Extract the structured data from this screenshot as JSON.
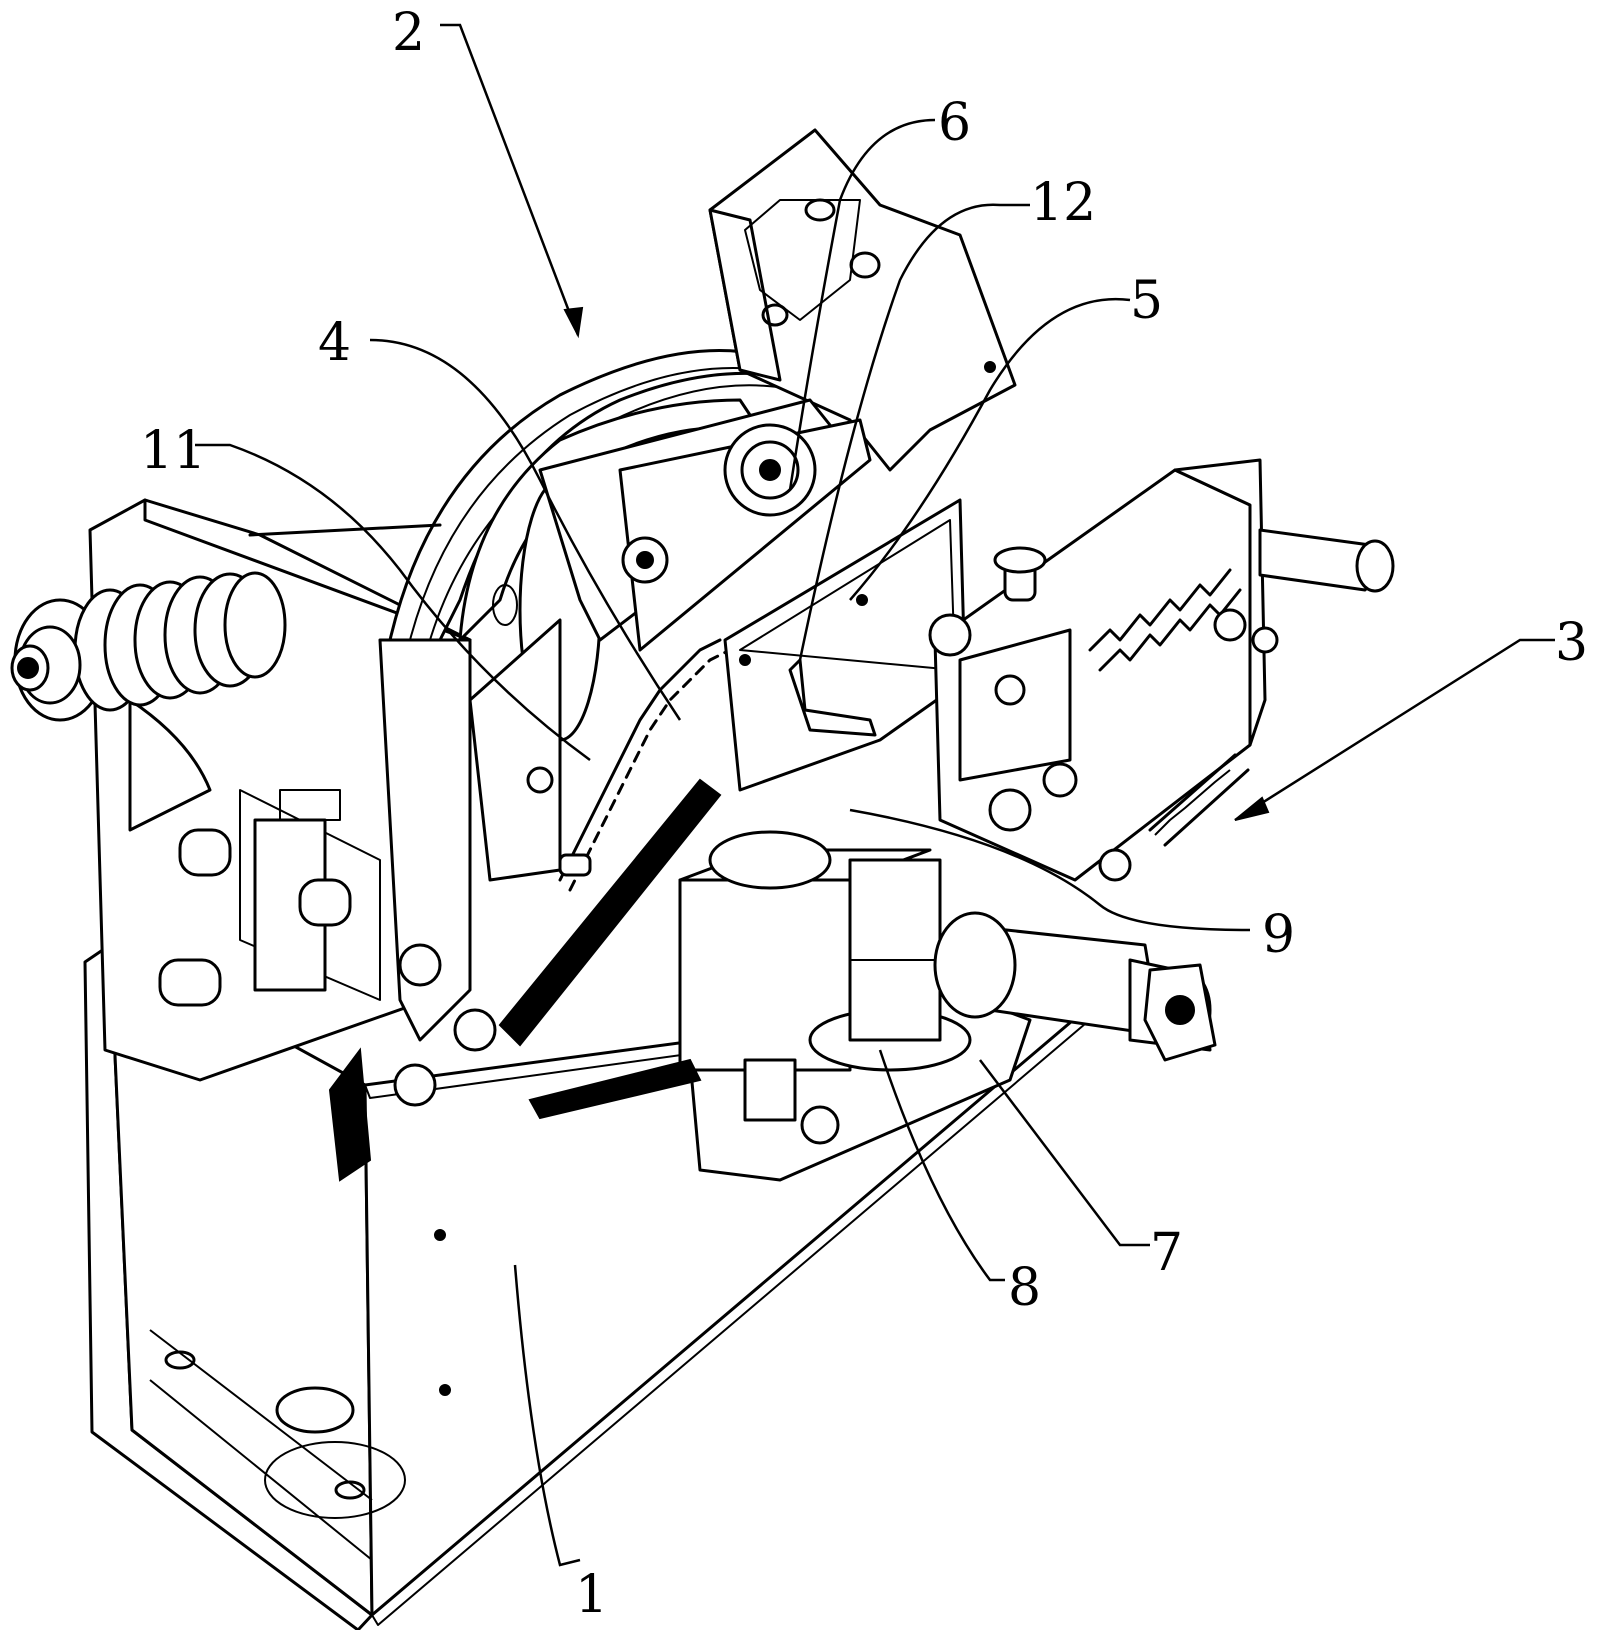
{
  "figure": {
    "reference_numerals": [
      "1",
      "2",
      "3",
      "4",
      "5",
      "6",
      "7",
      "8",
      "9",
      "11",
      "12"
    ]
  },
  "colors": {
    "ink": "#000000",
    "background": "#ffffff"
  }
}
